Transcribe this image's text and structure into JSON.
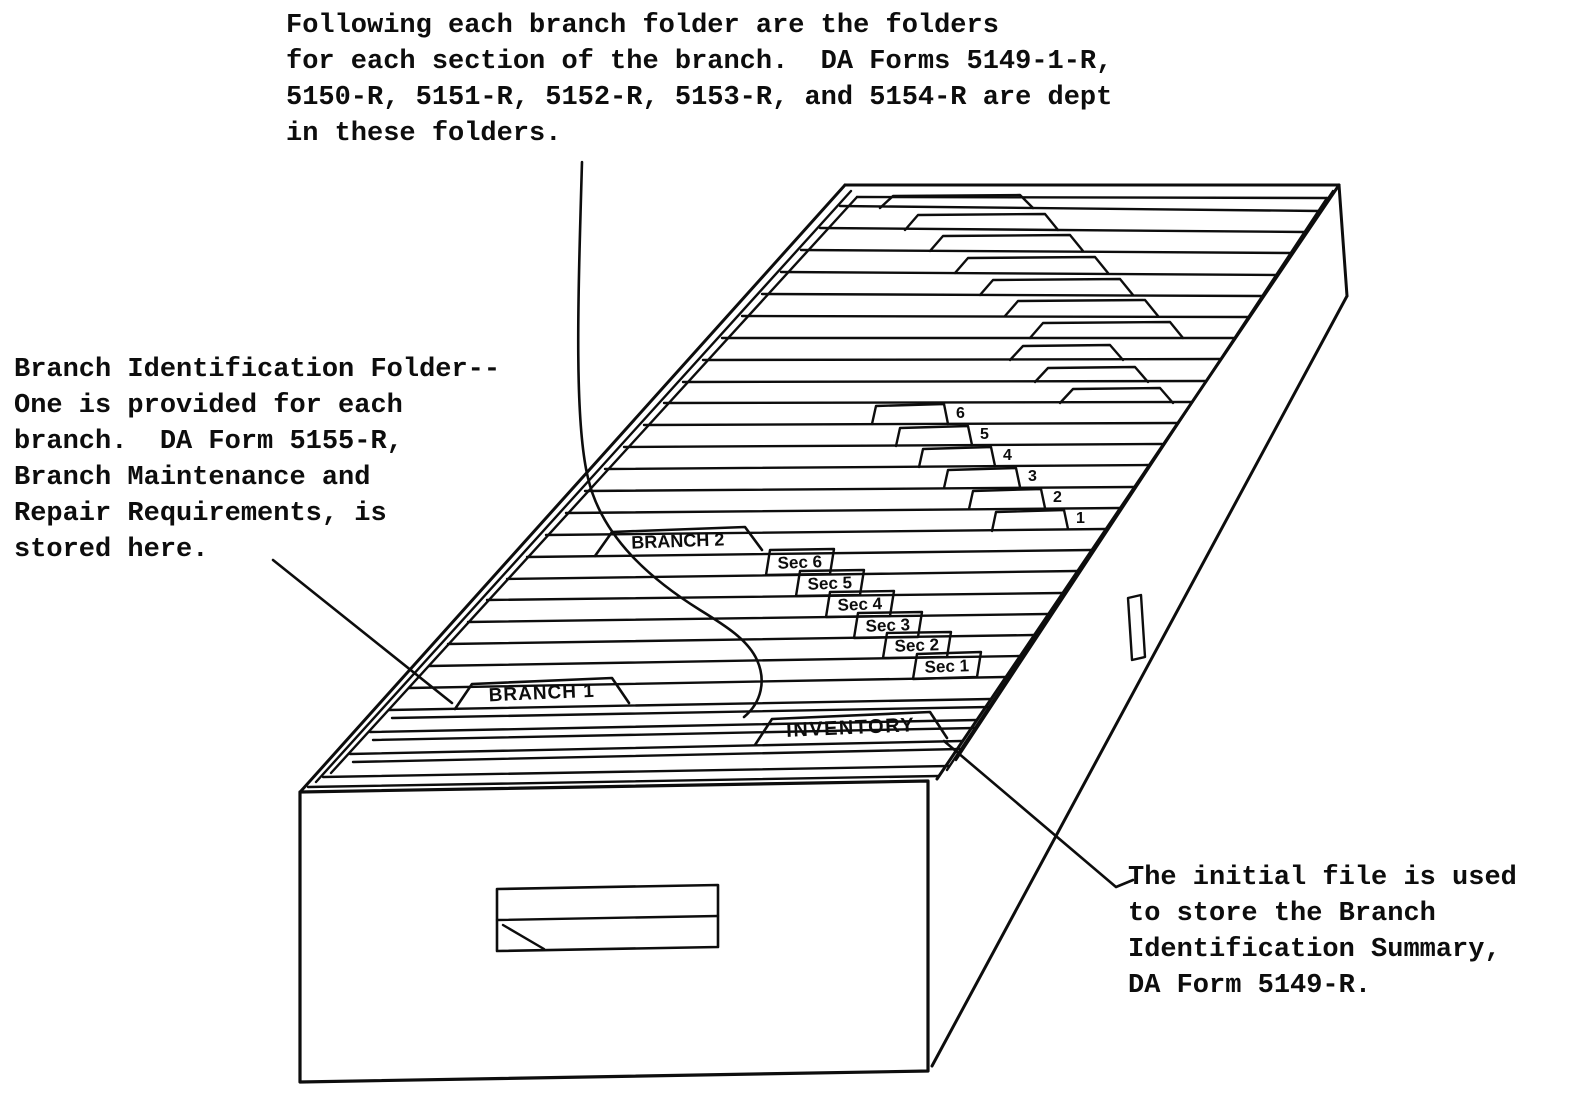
{
  "annotations": {
    "top_note": "Following each branch folder are the folders\nfor each section of the branch.  DA Forms 5149-1-R,\n5150-R, 5151-R, 5152-R, 5153-R, and 5154-R are dept\nin these folders.",
    "left_note": "Branch Identification Folder--\nOne is provided for each\nbranch.  DA Form 5155-R,\nBranch Maintenance and\nRepair Requirements, is\nstored here.",
    "bottom_right_note": "The initial file is used\nto store the Branch\nIdentification Summary,\nDA Form 5149-R."
  },
  "drawer": {
    "tabs": {
      "inventory": "INVENTORY",
      "branch_1": "BRANCH 1",
      "branch_2": "BRANCH 2",
      "sections": [
        "Sec 1",
        "Sec 2",
        "Sec 3",
        "Sec 4",
        "Sec 5",
        "Sec 6"
      ],
      "branch2_section_numbers": [
        "1",
        "2",
        "3",
        "4",
        "5",
        "6"
      ]
    }
  },
  "colors": {
    "ink": "#0d0d0d",
    "paper": "#ffffff"
  }
}
